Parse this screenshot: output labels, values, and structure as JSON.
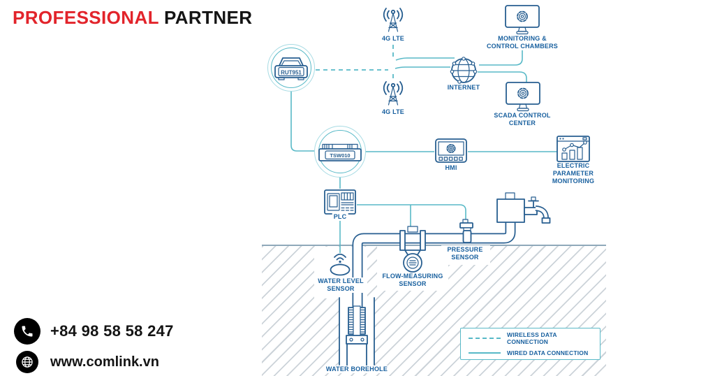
{
  "header": {
    "brand_part1": "PROFESSIONAL",
    "brand_part2": "PARTNER"
  },
  "contact": {
    "phone": "+84 98 58 58 247",
    "website": "www.comlink.vn"
  },
  "diagram": {
    "nodes": {
      "router": {
        "label": "RUT951"
      },
      "lte_top": {
        "label": "4G LTE"
      },
      "lte_bottom": {
        "label": "4G LTE"
      },
      "internet": {
        "label": "INTERNET"
      },
      "monitoring_chambers": {
        "label": "MONITORING &\nCONTROL CHAMBERS"
      },
      "scada_center": {
        "label": "SCADA CONTROL\nCENTER"
      },
      "switch": {
        "label": "TSW010"
      },
      "hmi": {
        "label": "HMI"
      },
      "electric_monitoring": {
        "label": "ELECTRIC\nPARAMETER\nMONITORING"
      },
      "plc": {
        "label": "PLC"
      },
      "water_level_sensor": {
        "label": "WATER LEVEL\nSENSOR"
      },
      "flow_sensor": {
        "label": "FLOW-MEASURING\nSENSOR"
      },
      "pressure_sensor": {
        "label": "PRESSURE\nSENSOR"
      },
      "water_borehole": {
        "label": "WATER BOREHOLE"
      }
    },
    "legend": {
      "wireless": "WIRELESS DATA CONNECTION",
      "wired": "WIRED DATA CONNECTION"
    }
  },
  "colors": {
    "accent_red": "#e2242b",
    "teal": "#58b9c7",
    "teal_light": "#a7dbe3",
    "icon_navy": "#275e90",
    "label_blue": "#175f9e",
    "text_black": "#141414",
    "hatch": "#ccd3d9",
    "ground_line": "#8fa9ba"
  }
}
